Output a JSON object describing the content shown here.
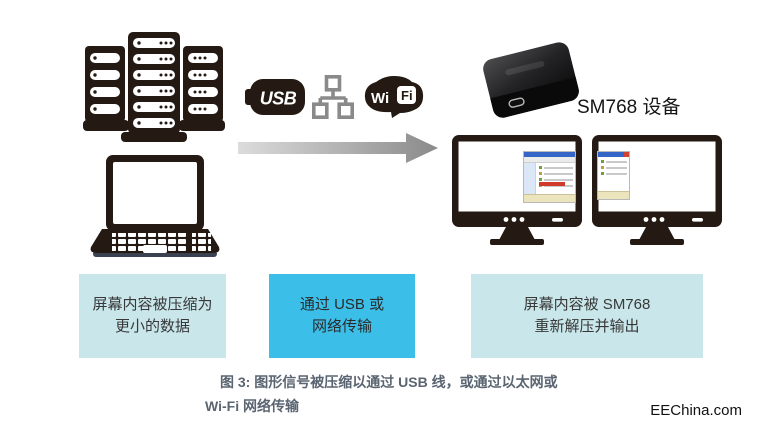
{
  "diagram": {
    "transport_icons": {
      "usb_label": "USB",
      "wifi_wi": "Wi",
      "wifi_fi": "Fi"
    },
    "output": {
      "device_label": "SM768 设备"
    },
    "steps": [
      {
        "lines": [
          "屏幕内容被压缩为",
          "更小的数据"
        ],
        "highlight": false
      },
      {
        "lines": [
          "通过 USB 或",
          "网络传输"
        ],
        "highlight": true
      },
      {
        "lines": [
          "屏幕内容被 SM768",
          "重新解压并输出"
        ],
        "highlight": false
      }
    ],
    "caption": {
      "line1": "图 3: 图形信号被压缩以通过 USB 线，或通过以太网或",
      "line2": "Wi-Fi 网络传输"
    },
    "watermark": "EEChina.com"
  },
  "colors": {
    "icon_black": "#241a13",
    "ethernet_gray": "#8a8a8a",
    "step_box_light": "#c9e6ea",
    "step_box_cyan": "#3bbfe8",
    "caption_text": "#5b6571",
    "arrow_gradient_start": "#dcdcdc",
    "arrow_gradient_end": "#8a8a8a",
    "window_titlebar_blue": "#3565c6",
    "window_close_red": "#d14330"
  }
}
